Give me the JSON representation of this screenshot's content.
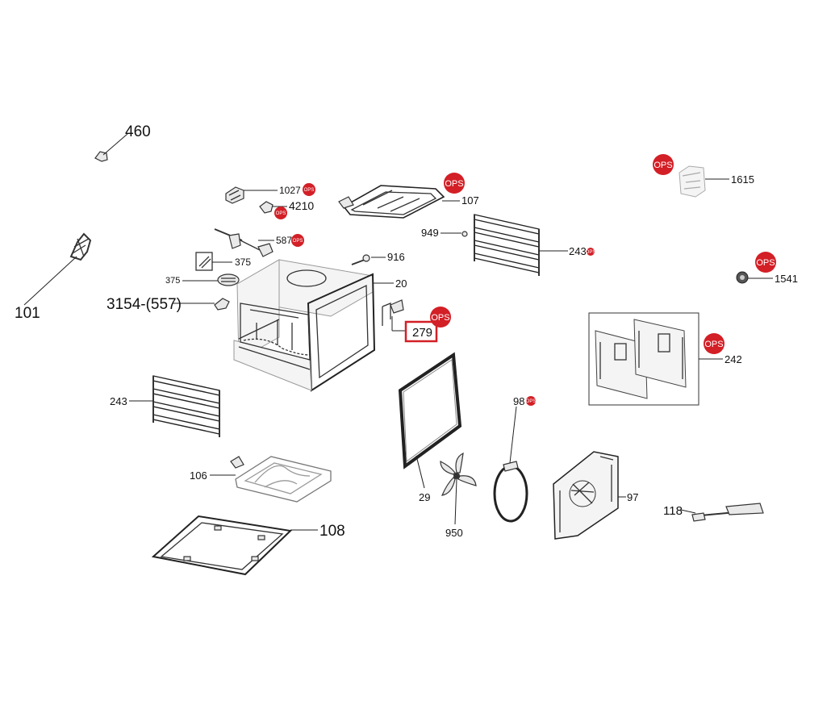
{
  "labels": {
    "l460": "460",
    "l101": "101",
    "l1027": "1027",
    "l4210": "4210",
    "l587": "587",
    "l375a": "375",
    "l375b": "375",
    "l3154": "3154-(557)",
    "l107": "107",
    "l949": "949",
    "l243a": "243",
    "l916": "916",
    "l20": "20",
    "l279": "279",
    "l1615": "1615",
    "l1541": "1541",
    "l242": "242",
    "l243b": "243",
    "l106": "106",
    "l29": "29",
    "l98": "98",
    "l950": "950",
    "l97": "97",
    "l118": "118",
    "l108": "108"
  },
  "ops_badge": "OPS",
  "colors": {
    "badge": "#d31f26",
    "highlight_box": "#d31f26",
    "line": "#222222"
  }
}
